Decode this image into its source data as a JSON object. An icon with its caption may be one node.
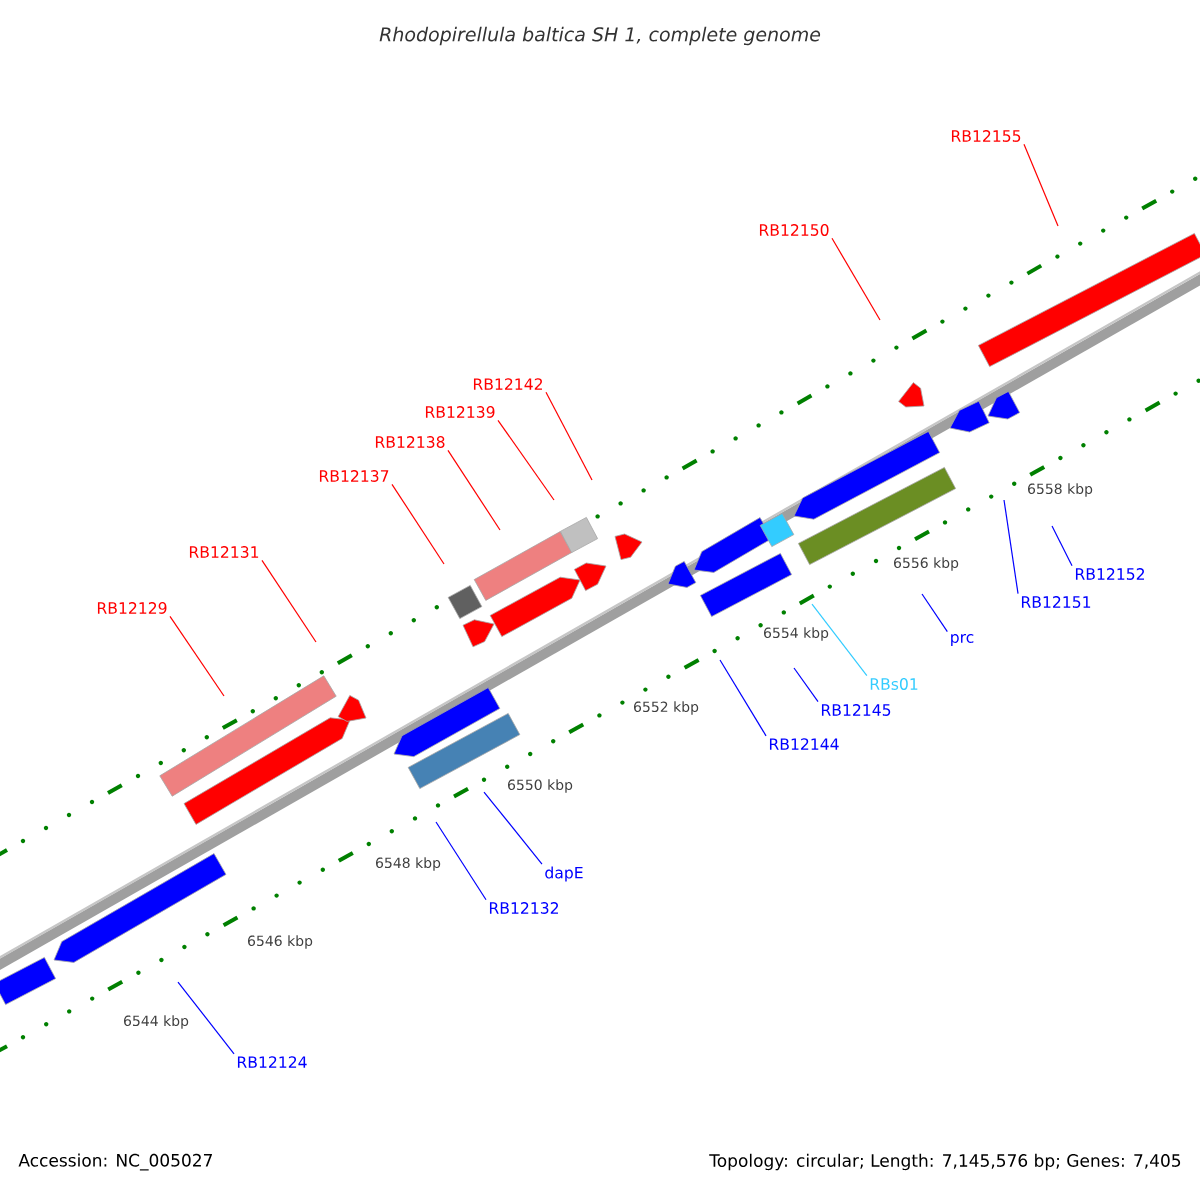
{
  "diagram": {
    "title": "Rhodopirellula baltica SH 1, complete genome",
    "nodes": [
      {
        "text": [
          "RB12155"
        ]
      },
      {
        "text": [
          "RB12150"
        ]
      },
      {
        "text": [
          "RB12142"
        ]
      },
      {
        "text": [
          "RB12139"
        ]
      },
      {
        "text": [
          "RB12138"
        ]
      },
      {
        "text": [
          "RB12137"
        ]
      },
      {
        "text": [
          "RB12131"
        ]
      },
      {
        "text": [
          "RB12129"
        ]
      },
      {
        "text": [
          "RB12152"
        ]
      },
      {
        "text": [
          "RB12151"
        ]
      },
      {
        "text": [
          "prc"
        ]
      },
      {
        "text": [
          "RBs01"
        ]
      },
      {
        "text": [
          "RB12145"
        ]
      },
      {
        "text": [
          "RB12144"
        ]
      },
      {
        "text": [
          "dapE"
        ]
      },
      {
        "text": [
          "RB12132"
        ]
      },
      {
        "text": [
          "RB12124"
        ]
      }
    ],
    "edges": [
      {
        "from": 0,
        "to": null,
        "arrow": "none",
        "color": "#ff0000"
      },
      {
        "from": 1,
        "to": null,
        "arrow": "none",
        "color": "#ff0000"
      },
      {
        "from": 2,
        "to": null,
        "arrow": "none",
        "color": "#ff0000"
      },
      {
        "from": 3,
        "to": null,
        "arrow": "none",
        "color": "#ff0000"
      },
      {
        "from": 4,
        "to": null,
        "arrow": "none",
        "color": "#ff0000"
      },
      {
        "from": 5,
        "to": null,
        "arrow": "none",
        "color": "#ff0000"
      },
      {
        "from": 6,
        "to": null,
        "arrow": "none",
        "color": "#ff0000"
      },
      {
        "from": 7,
        "to": null,
        "arrow": "none",
        "color": "#ff0000"
      },
      {
        "from": 8,
        "to": null,
        "arrow": "none",
        "color": "#0000ff"
      },
      {
        "from": 9,
        "to": null,
        "arrow": "none",
        "color": "#0000ff"
      },
      {
        "from": 10,
        "to": null,
        "arrow": "none",
        "color": "#0000ff"
      },
      {
        "from": 11,
        "to": null,
        "arrow": "none",
        "color": "#33ccff"
      },
      {
        "from": 12,
        "to": null,
        "arrow": "none",
        "color": "#0000ff"
      },
      {
        "from": 13,
        "to": null,
        "arrow": "none",
        "color": "#0000ff"
      },
      {
        "from": 14,
        "to": null,
        "arrow": "none",
        "color": "#0000ff"
      },
      {
        "from": 15,
        "to": null,
        "arrow": "none",
        "color": "#0000ff"
      },
      {
        "from": 16,
        "to": null,
        "arrow": "none",
        "color": "#0000ff"
      }
    ],
    "labels": [
      "6558 kbp",
      "6556 kbp",
      "6554 kbp",
      "6552 kbp",
      "6550 kbp",
      "6548 kbp",
      "6546 kbp",
      "6544 kbp",
      "Accession: NC_005027",
      "Topology: circular; Length: 7,145,576 bp; Genes: 7,405"
    ]
  }
}
